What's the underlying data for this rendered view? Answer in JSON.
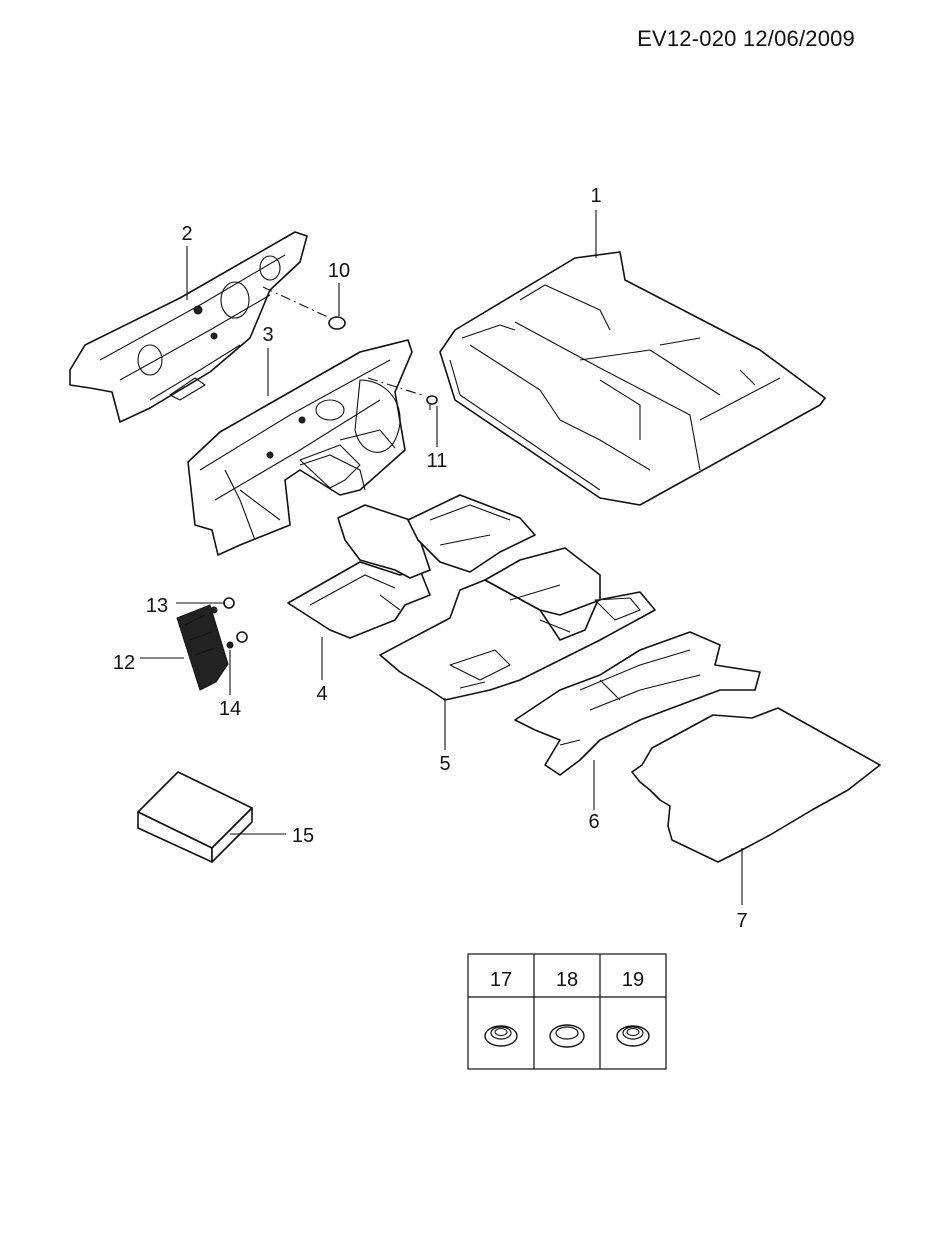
{
  "header": {
    "code": "EV12-020 12/06/2009"
  },
  "callouts": {
    "c1": "1",
    "c2": "2",
    "c3": "3",
    "c4": "4",
    "c5": "5",
    "c6": "6",
    "c7": "7",
    "c10": "10",
    "c11": "11",
    "c12": "12",
    "c13": "13",
    "c14": "14",
    "c15": "15"
  },
  "plugs_table": {
    "col1": "17",
    "col2": "18",
    "col3": "19"
  }
}
